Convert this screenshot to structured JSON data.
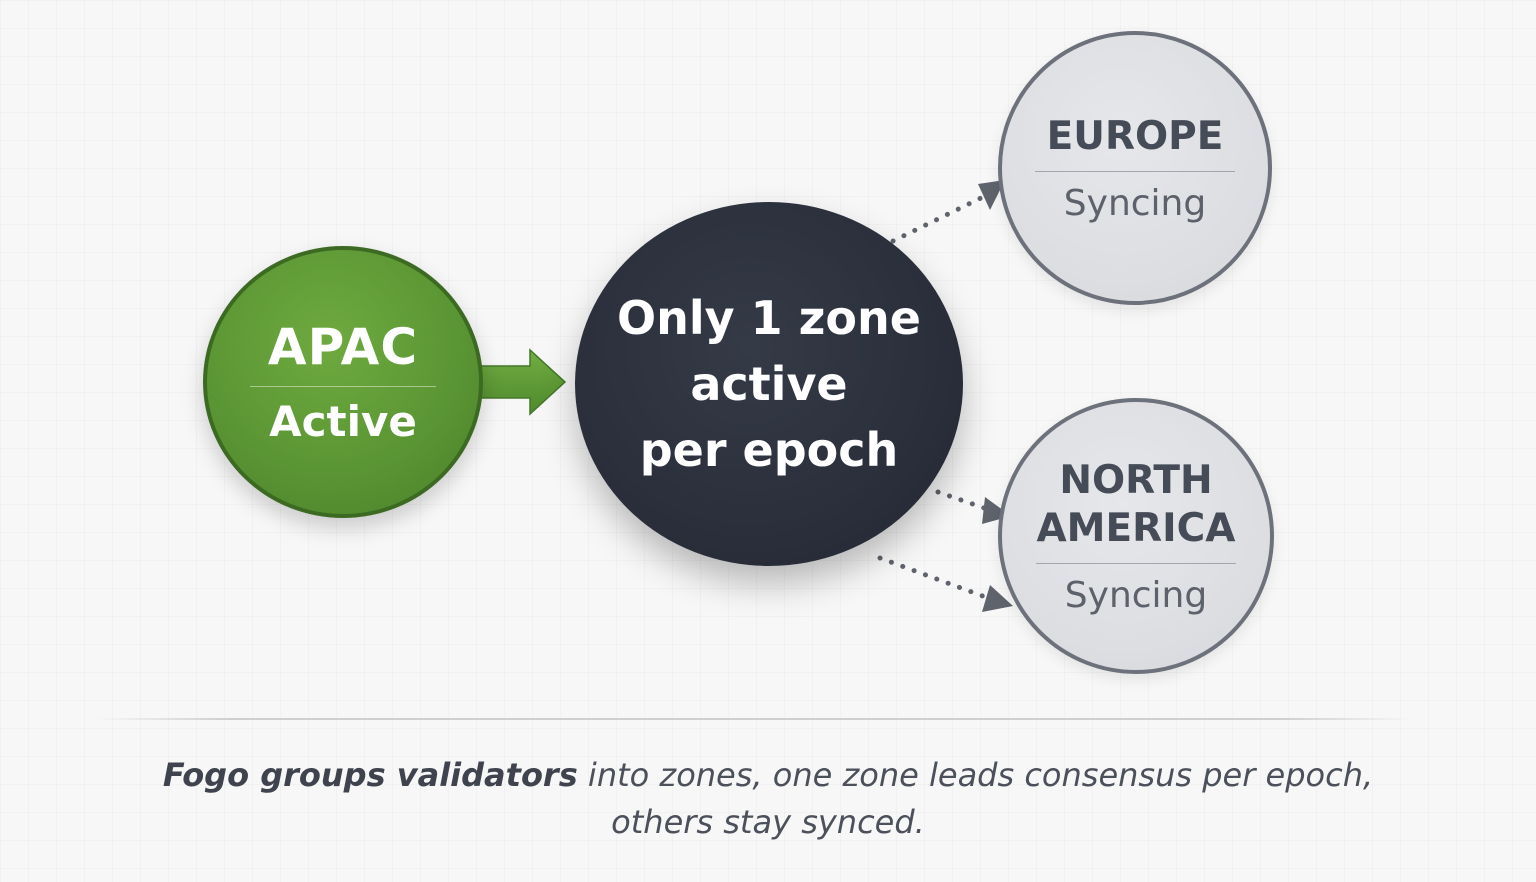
{
  "nodes": {
    "apac": {
      "title": "APAC",
      "status": "Active"
    },
    "center": {
      "line1": "Only 1 zone",
      "line2": "active",
      "line3": "per epoch"
    },
    "europe": {
      "title": "EUROPE",
      "status": "Syncing"
    },
    "north_america": {
      "title_line1": "NORTH",
      "title_line2": "AMERICA",
      "status": "Syncing"
    }
  },
  "caption": {
    "bold": "Fogo groups validators",
    "rest_line1": " into zones, one zone leads consensus per epoch,",
    "line2": "others stay synced."
  },
  "colors": {
    "active_green": "#5b9634",
    "center_dark": "#2a2f3b",
    "syncing_gray": "#dcdde1",
    "arrow_gray": "#5f636c"
  }
}
